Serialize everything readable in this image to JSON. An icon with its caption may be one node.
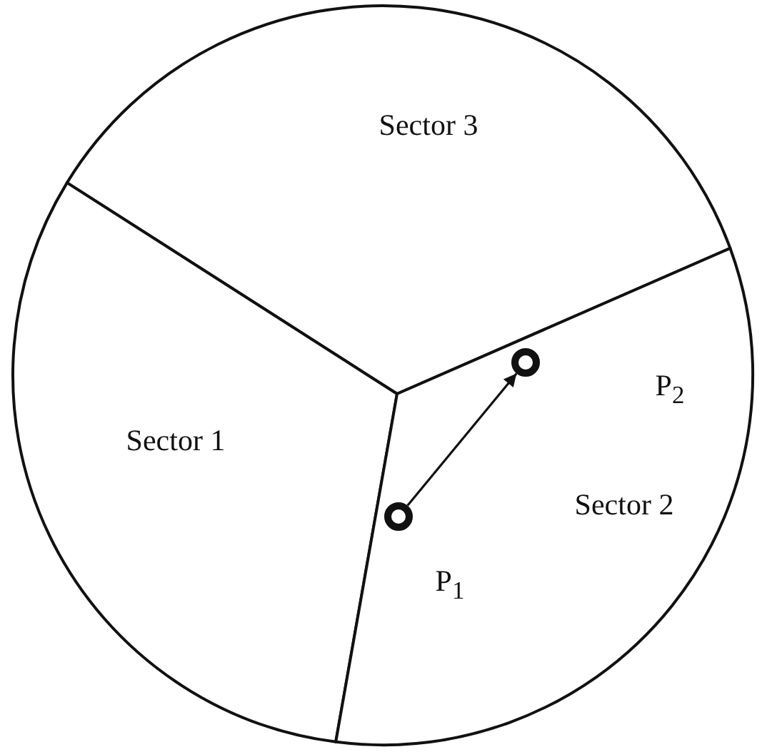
{
  "diagram": {
    "nodes": [
      {
        "text": [
          "Sector 3"
        ]
      },
      {
        "text": [
          "Sector 1"
        ]
      },
      {
        "text": [
          "Sector 2"
        ]
      },
      {
        "text": [],
        "shape": "circle",
        "in": 2
      },
      {
        "text": [],
        "shape": "circle",
        "in": 2
      }
    ],
    "edges": [
      {
        "from": 3,
        "to": 4,
        "arrow": "to"
      }
    ],
    "labels": [
      "P$_{2}$",
      "P$_{1}$"
    ]
  }
}
